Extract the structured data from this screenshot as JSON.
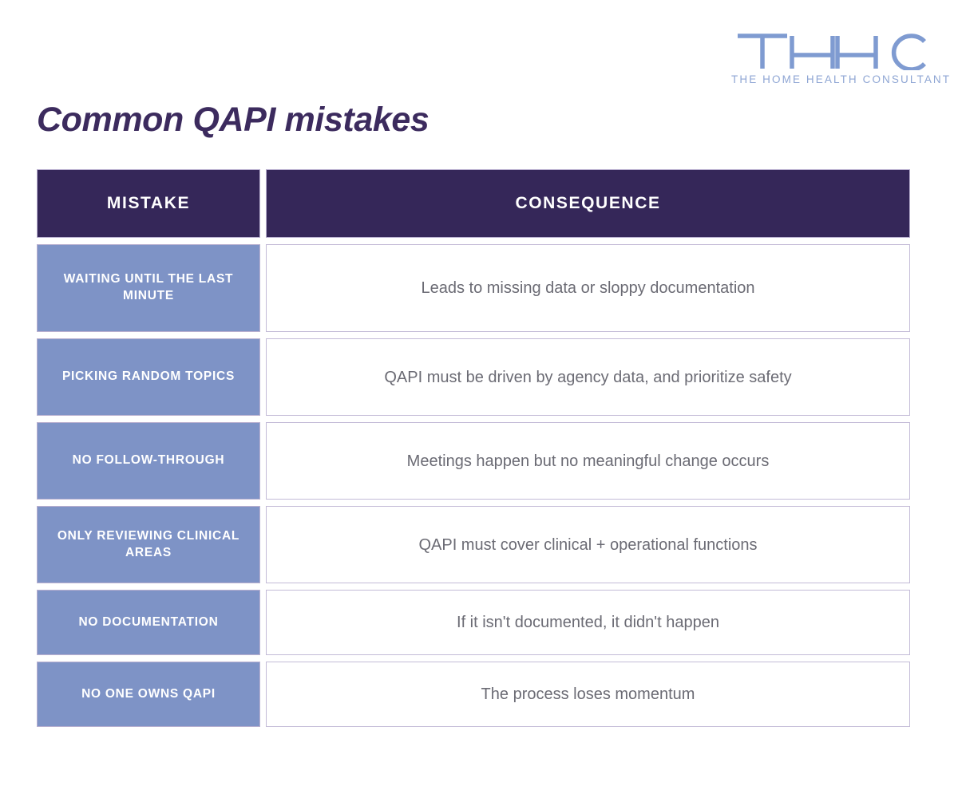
{
  "logo": {
    "mark_text": "THHC",
    "tagline": "THE HOME HEALTH CONSULTANT",
    "color": "#8FA6D4"
  },
  "page_title": "Common QAPI mistakes",
  "colors": {
    "header_bg": "#352759",
    "mistake_bg": "#7E93C6",
    "cell_border": "#C3BBD7",
    "title": "#3C2B5E",
    "body_text": "#6B6B74"
  },
  "table": {
    "headers": {
      "mistake": "MISTAKE",
      "consequence": "CONSEQUENCE"
    },
    "rows": [
      {
        "mistake": "WAITING UNTIL THE LAST MINUTE",
        "consequence": "Leads to missing data or sloppy documentation"
      },
      {
        "mistake": "PICKING RANDOM TOPICS",
        "consequence": "QAPI must be driven by agency data, and prioritize safety"
      },
      {
        "mistake": "NO FOLLOW-THROUGH",
        "consequence": "Meetings happen but no meaningful change occurs"
      },
      {
        "mistake": "ONLY REVIEWING CLINICAL AREAS",
        "consequence": "QAPI must cover clinical + operational functions"
      },
      {
        "mistake": "NO DOCUMENTATION",
        "consequence": "If it isn't documented, it didn't happen"
      },
      {
        "mistake": "NO ONE OWNS QAPI",
        "consequence": "The process loses momentum"
      }
    ]
  }
}
